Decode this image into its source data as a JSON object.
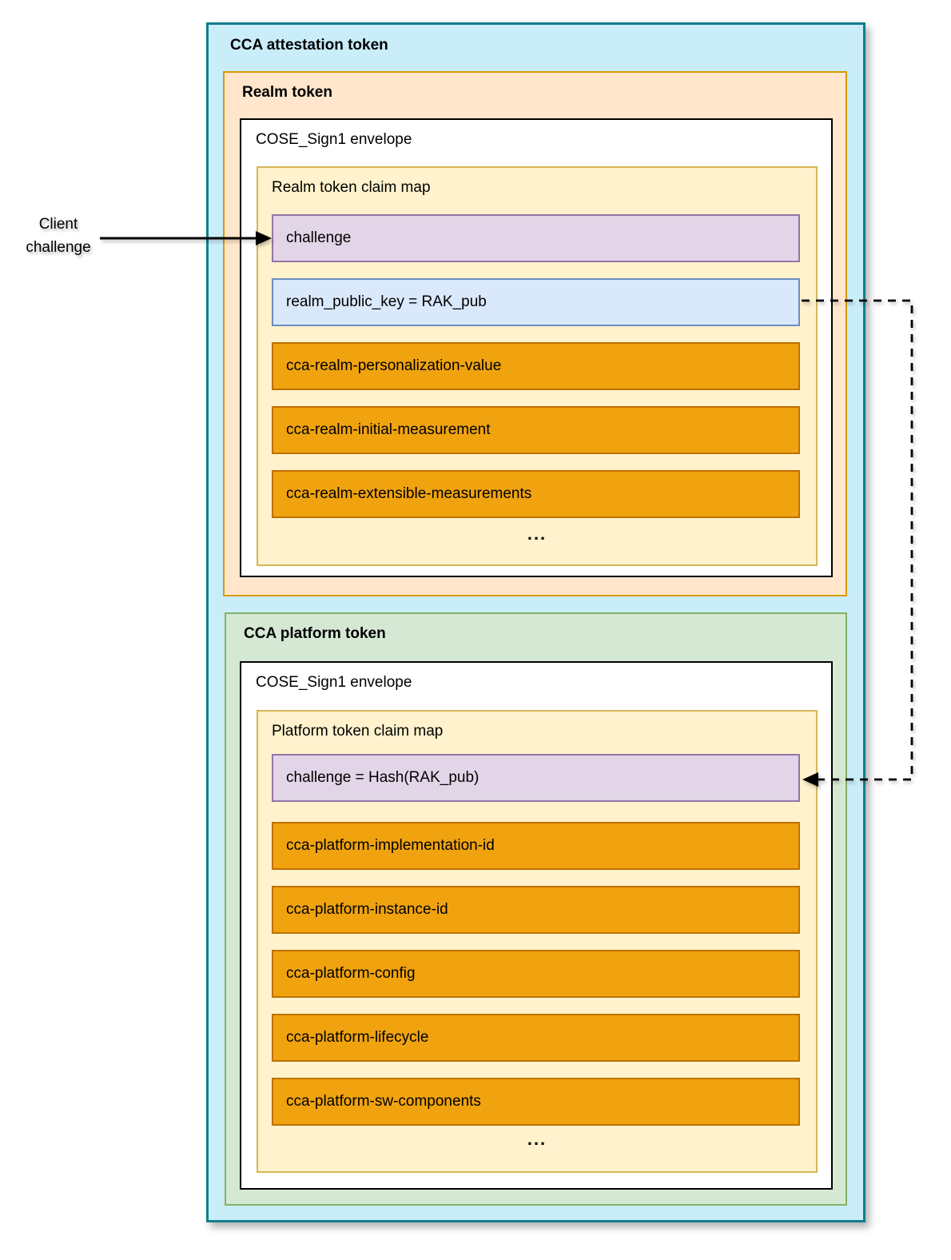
{
  "attestation": {
    "title": "CCA attestation token",
    "realm": {
      "title": "Realm token",
      "envelope_label": "COSE_Sign1 envelope",
      "claim_map": {
        "label": "Realm token claim map",
        "claims": [
          {
            "label": "challenge",
            "kind": "purple"
          },
          {
            "label": "realm_public_key = RAK_pub",
            "kind": "blue"
          },
          {
            "label": "cca-realm-personalization-value",
            "kind": "orange"
          },
          {
            "label": "cca-realm-initial-measurement",
            "kind": "orange"
          },
          {
            "label": "cca-realm-extensible-measurements",
            "kind": "orange"
          }
        ],
        "ellipsis": "..."
      }
    },
    "platform": {
      "title": "CCA platform token",
      "envelope_label": "COSE_Sign1 envelope",
      "claim_map": {
        "label": "Platform token claim map",
        "claims": [
          {
            "label": "challenge = Hash(RAK_pub)",
            "kind": "purple"
          },
          {
            "label": "cca-platform-implementation-id",
            "kind": "orange"
          },
          {
            "label": "cca-platform-instance-id",
            "kind": "orange"
          },
          {
            "label": "cca-platform-config",
            "kind": "orange"
          },
          {
            "label": "cca-platform-lifecycle",
            "kind": "orange"
          },
          {
            "label": "cca-platform-sw-components",
            "kind": "orange"
          }
        ],
        "ellipsis": "..."
      }
    }
  },
  "annotations": {
    "client_challenge": {
      "line1": "Client",
      "line2": "challenge"
    }
  },
  "palette": {
    "outer_fill": "#C9EDF9",
    "outer_stroke": "#117E8A",
    "realm_fill": "#FFE6CC",
    "realm_stroke": "#D79B00",
    "platform_fill": "#D5E8D4",
    "platform_stroke": "#82B366",
    "envelope_fill": "#FFFFFF",
    "envelope_stroke": "#000000",
    "claim_map_fill": "#FFF2CC",
    "claim_map_stroke": "#D6B656",
    "challenge_fill": "#E1D5E7",
    "challenge_stroke": "#9673A6",
    "public_key_fill": "#DAE8FC",
    "public_key_stroke": "#6C8EBF",
    "claim_fill": "#F0A30F",
    "claim_stroke": "#BF7000",
    "arrow_color": "#000000"
  }
}
